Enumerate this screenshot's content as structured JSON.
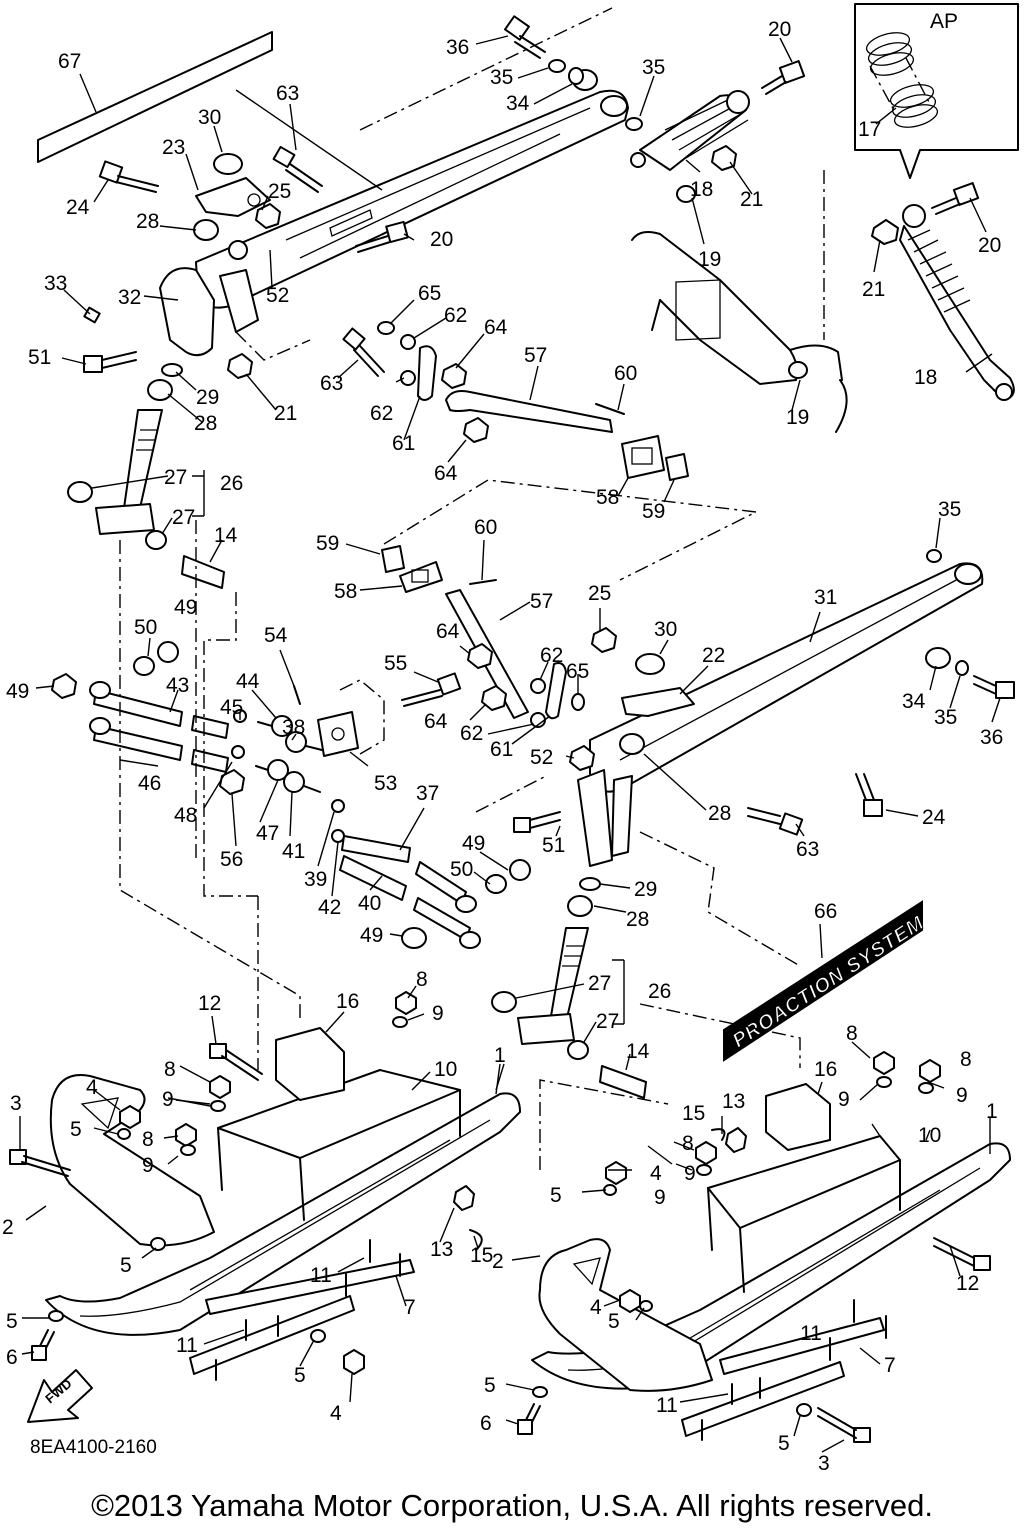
{
  "diagram": {
    "code": "8EA4100-2160",
    "copyright": "©2013 Yamaha Motor Corporation, U.S.A. All rights reserved.",
    "inset_label": "AP",
    "decal_66_text": "PROACTION SYSTEM",
    "fwd_label": "FWD",
    "callouts": [
      {
        "id": "c67",
        "label": "67"
      },
      {
        "id": "c36a",
        "label": "36"
      },
      {
        "id": "c35a",
        "label": "35"
      },
      {
        "id": "c34a",
        "label": "34"
      },
      {
        "id": "c35b",
        "label": "35"
      },
      {
        "id": "c20a",
        "label": "20"
      },
      {
        "id": "c63a",
        "label": "63"
      },
      {
        "id": "c30a",
        "label": "30"
      },
      {
        "id": "c23",
        "label": "23"
      },
      {
        "id": "c24a",
        "label": "24"
      },
      {
        "id": "c25a",
        "label": "25"
      },
      {
        "id": "c28a",
        "label": "28"
      },
      {
        "id": "c18a",
        "label": "18"
      },
      {
        "id": "c21a",
        "label": "21"
      },
      {
        "id": "c17",
        "label": "17"
      },
      {
        "id": "c20b",
        "label": "20"
      },
      {
        "id": "c20c",
        "label": "20"
      },
      {
        "id": "c19a",
        "label": "19"
      },
      {
        "id": "c21b",
        "label": "21"
      },
      {
        "id": "c33",
        "label": "33"
      },
      {
        "id": "c32",
        "label": "32"
      },
      {
        "id": "c52a",
        "label": "52"
      },
      {
        "id": "c65a",
        "label": "65"
      },
      {
        "id": "c62a",
        "label": "62"
      },
      {
        "id": "c64a",
        "label": "64"
      },
      {
        "id": "c51a",
        "label": "51"
      },
      {
        "id": "c18b",
        "label": "18"
      },
      {
        "id": "c57a",
        "label": "57"
      },
      {
        "id": "c29a",
        "label": "29"
      },
      {
        "id": "c21c",
        "label": "21"
      },
      {
        "id": "c63b",
        "label": "63"
      },
      {
        "id": "c62b",
        "label": "62"
      },
      {
        "id": "c60a",
        "label": "60"
      },
      {
        "id": "c19b",
        "label": "19"
      },
      {
        "id": "c28b",
        "label": "28"
      },
      {
        "id": "c61a",
        "label": "61"
      },
      {
        "id": "c27a",
        "label": "27"
      },
      {
        "id": "c26a",
        "label": "26"
      },
      {
        "id": "c64b",
        "label": "64"
      },
      {
        "id": "c58a",
        "label": "58"
      },
      {
        "id": "c59a",
        "label": "59"
      },
      {
        "id": "c27b",
        "label": "27"
      },
      {
        "id": "c35c",
        "label": "35"
      },
      {
        "id": "c14a",
        "label": "14"
      },
      {
        "id": "c60b",
        "label": "60"
      },
      {
        "id": "c59b",
        "label": "59"
      },
      {
        "id": "c58b",
        "label": "58"
      },
      {
        "id": "c57b",
        "label": "57"
      },
      {
        "id": "c31",
        "label": "31"
      },
      {
        "id": "c49a",
        "label": "49"
      },
      {
        "id": "c50a",
        "label": "50"
      },
      {
        "id": "c25b",
        "label": "25"
      },
      {
        "id": "c30b",
        "label": "30"
      },
      {
        "id": "c54",
        "label": "54"
      },
      {
        "id": "c64c",
        "label": "64"
      },
      {
        "id": "c22",
        "label": "22"
      },
      {
        "id": "c55",
        "label": "55"
      },
      {
        "id": "c62c",
        "label": "62"
      },
      {
        "id": "c65b",
        "label": "65"
      },
      {
        "id": "c49b",
        "label": "49"
      },
      {
        "id": "c43",
        "label": "43"
      },
      {
        "id": "c44",
        "label": "44"
      },
      {
        "id": "c45",
        "label": "45"
      },
      {
        "id": "c34b",
        "label": "34"
      },
      {
        "id": "c35d",
        "label": "35"
      },
      {
        "id": "c36b",
        "label": "36"
      },
      {
        "id": "c38",
        "label": "38"
      },
      {
        "id": "c64d",
        "label": "64"
      },
      {
        "id": "c62d",
        "label": "62"
      },
      {
        "id": "c61b",
        "label": "61"
      },
      {
        "id": "c52b",
        "label": "52"
      },
      {
        "id": "c46",
        "label": "46"
      },
      {
        "id": "c53",
        "label": "53"
      },
      {
        "id": "c37",
        "label": "37"
      },
      {
        "id": "c28c",
        "label": "28"
      },
      {
        "id": "c24b",
        "label": "24"
      },
      {
        "id": "c48",
        "label": "48"
      },
      {
        "id": "c51b",
        "label": "51"
      },
      {
        "id": "c63c",
        "label": "63"
      },
      {
        "id": "c47",
        "label": "47"
      },
      {
        "id": "c41",
        "label": "41"
      },
      {
        "id": "c56",
        "label": "56"
      },
      {
        "id": "c49c",
        "label": "49"
      },
      {
        "id": "c39",
        "label": "39"
      },
      {
        "id": "c50b",
        "label": "50"
      },
      {
        "id": "c29b",
        "label": "29"
      },
      {
        "id": "c42",
        "label": "42"
      },
      {
        "id": "c40",
        "label": "40"
      },
      {
        "id": "c28d",
        "label": "28"
      },
      {
        "id": "c66",
        "label": "66"
      },
      {
        "id": "c49d",
        "label": "49"
      },
      {
        "id": "c27c",
        "label": "27"
      },
      {
        "id": "c26b",
        "label": "26"
      },
      {
        "id": "c8a",
        "label": "8"
      },
      {
        "id": "c9a",
        "label": "9"
      },
      {
        "id": "c27d",
        "label": "27"
      },
      {
        "id": "c12a",
        "label": "12"
      },
      {
        "id": "c16a",
        "label": "16"
      },
      {
        "id": "c14b",
        "label": "14"
      },
      {
        "id": "c8b",
        "label": "8"
      },
      {
        "id": "c1a",
        "label": "1"
      },
      {
        "id": "c10a",
        "label": "10"
      },
      {
        "id": "c8c",
        "label": "8"
      },
      {
        "id": "c8d",
        "label": "8"
      },
      {
        "id": "c4a",
        "label": "4"
      },
      {
        "id": "c9b",
        "label": "9"
      },
      {
        "id": "c16b",
        "label": "16"
      },
      {
        "id": "c9c",
        "label": "9"
      },
      {
        "id": "c9d",
        "label": "9"
      },
      {
        "id": "c3a",
        "label": "3"
      },
      {
        "id": "c5a",
        "label": "5"
      },
      {
        "id": "c8e",
        "label": "8"
      },
      {
        "id": "c15a",
        "label": "15"
      },
      {
        "id": "c13a",
        "label": "13"
      },
      {
        "id": "c1b",
        "label": "1"
      },
      {
        "id": "c9e",
        "label": "9"
      },
      {
        "id": "c10b",
        "label": "10"
      },
      {
        "id": "c8f",
        "label": "8"
      },
      {
        "id": "c9f",
        "label": "9"
      },
      {
        "id": "c4b",
        "label": "4"
      },
      {
        "id": "c2a",
        "label": "2"
      },
      {
        "id": "c5b",
        "label": "5"
      },
      {
        "id": "c9g",
        "label": "9"
      },
      {
        "id": "c13b",
        "label": "13"
      },
      {
        "id": "c15b",
        "label": "15"
      },
      {
        "id": "c5c",
        "label": "5"
      },
      {
        "id": "c11a",
        "label": "11"
      },
      {
        "id": "c7a",
        "label": "7"
      },
      {
        "id": "c2b",
        "label": "2"
      },
      {
        "id": "c4c",
        "label": "4"
      },
      {
        "id": "c5d",
        "label": "5"
      },
      {
        "id": "c12b",
        "label": "12"
      },
      {
        "id": "c5e",
        "label": "5"
      },
      {
        "id": "c11b",
        "label": "11"
      },
      {
        "id": "c6a",
        "label": "6"
      },
      {
        "id": "c11c",
        "label": "11"
      },
      {
        "id": "c5f",
        "label": "5"
      },
      {
        "id": "c7b",
        "label": "7"
      },
      {
        "id": "c4d",
        "label": "4"
      },
      {
        "id": "c5g",
        "label": "5"
      },
      {
        "id": "c11d",
        "label": "11"
      },
      {
        "id": "c6b",
        "label": "6"
      },
      {
        "id": "c5h",
        "label": "5"
      },
      {
        "id": "c3b",
        "label": "3"
      }
    ]
  }
}
